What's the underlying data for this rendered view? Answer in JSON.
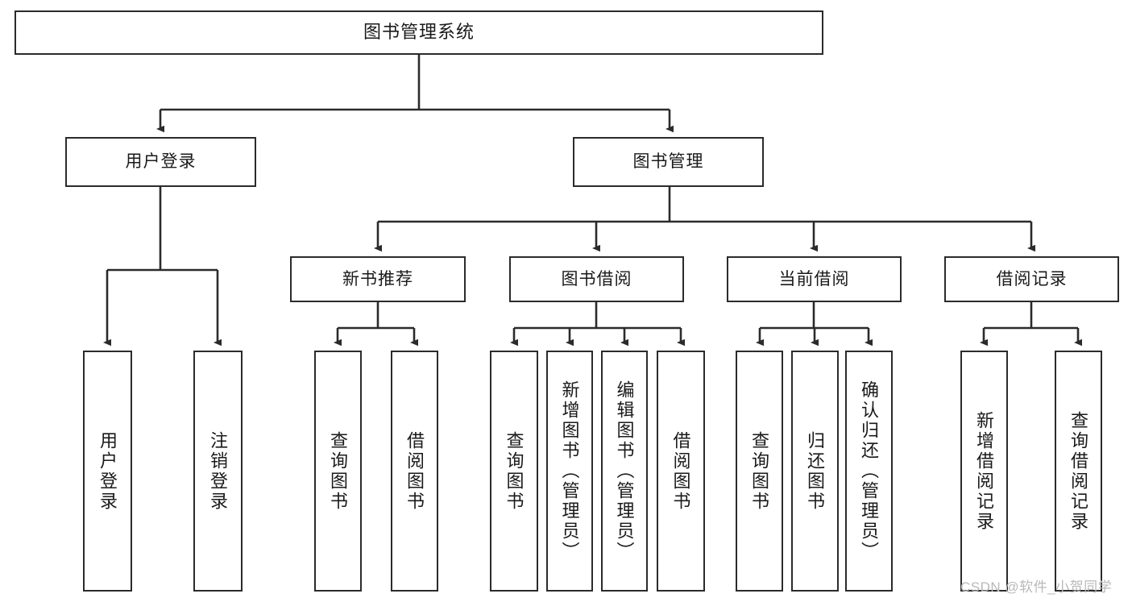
{
  "diagram": {
    "title": "图书管理系统",
    "type": "tree-hierarchy-chart",
    "watermark": "CSDN @软件_小贺同学",
    "colors": {
      "stroke": "#2b2b2b",
      "fill": "#ffffff",
      "text": "#1a1a1a",
      "watermark": "#b9b9b9"
    },
    "root": {
      "id": "root",
      "label": "图书管理系统"
    },
    "level2": [
      {
        "id": "user-login",
        "label": "用户登录"
      },
      {
        "id": "book-manage",
        "label": "图书管理"
      }
    ],
    "level3": [
      {
        "id": "new-book-rec",
        "label": "新书推荐"
      },
      {
        "id": "book-borrow",
        "label": "图书借阅"
      },
      {
        "id": "current-borrow",
        "label": "当前借阅"
      },
      {
        "id": "borrow-record",
        "label": "借阅记录"
      }
    ],
    "leaves": [
      {
        "id": "leaf-user-login",
        "label": "用户登录",
        "parent": "user-login"
      },
      {
        "id": "leaf-logout",
        "label": "注销登录",
        "parent": "user-login"
      },
      {
        "id": "leaf-query-book-1",
        "label": "查询图书",
        "parent": "new-book-rec"
      },
      {
        "id": "leaf-borrow-book-1",
        "label": "借阅图书",
        "parent": "new-book-rec"
      },
      {
        "id": "leaf-query-book-2",
        "label": "查询图书",
        "parent": "book-borrow"
      },
      {
        "id": "leaf-add-book",
        "label": "新增图书（管理员）",
        "parent": "book-borrow"
      },
      {
        "id": "leaf-edit-book",
        "label": "编辑图书（管理员）",
        "parent": "book-borrow"
      },
      {
        "id": "leaf-borrow-book-2",
        "label": "借阅图书",
        "parent": "book-borrow"
      },
      {
        "id": "leaf-query-book-3",
        "label": "查询图书",
        "parent": "current-borrow"
      },
      {
        "id": "leaf-return-book",
        "label": "归还图书",
        "parent": "current-borrow"
      },
      {
        "id": "leaf-confirm-return",
        "label": "确认归还（管理员）",
        "parent": "current-borrow"
      },
      {
        "id": "leaf-add-record",
        "label": "新增借阅记录",
        "parent": "borrow-record"
      },
      {
        "id": "leaf-query-record",
        "label": "查询借阅记录",
        "parent": "borrow-record"
      }
    ]
  }
}
